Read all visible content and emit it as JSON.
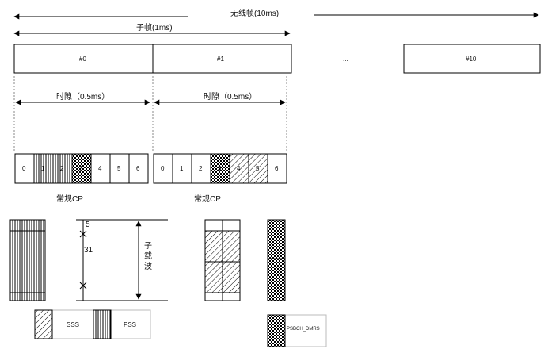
{
  "radio_frame": {
    "label": "无线帧(10ms)"
  },
  "subframe": {
    "label": "子帧(1ms)"
  },
  "frame_cells": [
    "#0",
    "#1",
    "...",
    "#10"
  ],
  "slots": [
    {
      "label": "时隙（0.5ms）",
      "cp_label": "常规CP",
      "symbols": [
        "0",
        "1",
        "2",
        "3",
        "4",
        "5",
        "6"
      ]
    },
    {
      "label": "时隙（0.5ms）",
      "cp_label": "常规CP",
      "symbols": [
        "0",
        "1",
        "2",
        "3",
        "4",
        "5",
        "6"
      ]
    }
  ],
  "subcarrier": {
    "label": "子载波",
    "count_top": "5",
    "count_mid": "31"
  },
  "legend": [
    {
      "pattern": "diag",
      "label": "SSS"
    },
    {
      "pattern": "vert",
      "label": "PSS"
    },
    {
      "pattern": "check",
      "label": "PSBCH_DMRS"
    }
  ]
}
